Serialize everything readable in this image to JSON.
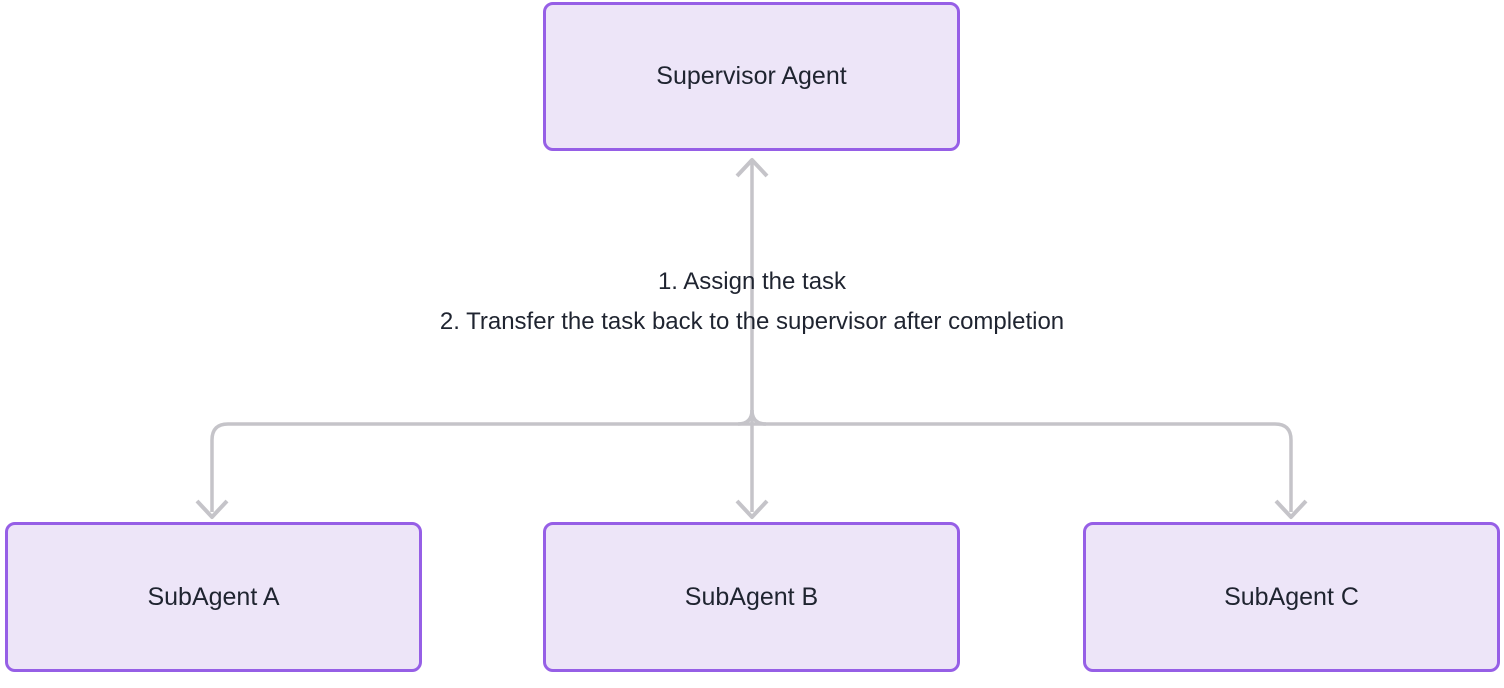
{
  "diagram": {
    "type": "flowchart",
    "nodes": {
      "supervisor": {
        "label": "Supervisor Agent"
      },
      "subagent_a": {
        "label": "SubAgent A"
      },
      "subagent_b": {
        "label": "SubAgent B"
      },
      "subagent_c": {
        "label": "SubAgent C"
      }
    },
    "edges": [
      {
        "from": "subagents",
        "to": "supervisor",
        "direction": "up"
      },
      {
        "from": "supervisor",
        "to": "subagent_a",
        "direction": "down"
      },
      {
        "from": "supervisor",
        "to": "subagent_b",
        "direction": "down"
      },
      {
        "from": "supervisor",
        "to": "subagent_c",
        "direction": "down"
      }
    ],
    "edge_label": {
      "line1": "1. Assign the task",
      "line2": "2. Transfer the task back to the supervisor after completion"
    },
    "colors": {
      "node_fill": "#ede5f8",
      "node_border": "#965fe6",
      "node_text": "#1f2430",
      "edge_line": "#c5c4c9",
      "background": "#ffffff"
    }
  }
}
